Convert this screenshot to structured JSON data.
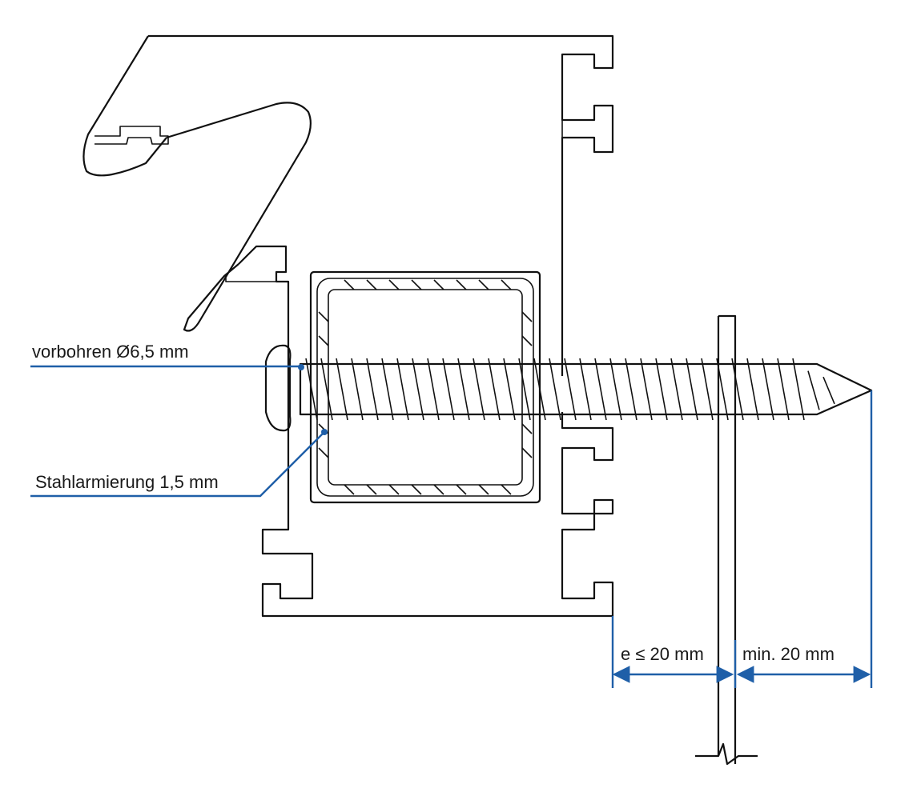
{
  "labels": {
    "predrill": "vorbohren Ø6,5 mm",
    "steel": "Stahlarmierung 1,5 mm",
    "edge_distance": "e ≤ 20 mm",
    "embedment": "min. 20 mm"
  },
  "colors": {
    "leader": "#1f5fa8",
    "line": "#111111",
    "text": "#1a1a1a"
  }
}
